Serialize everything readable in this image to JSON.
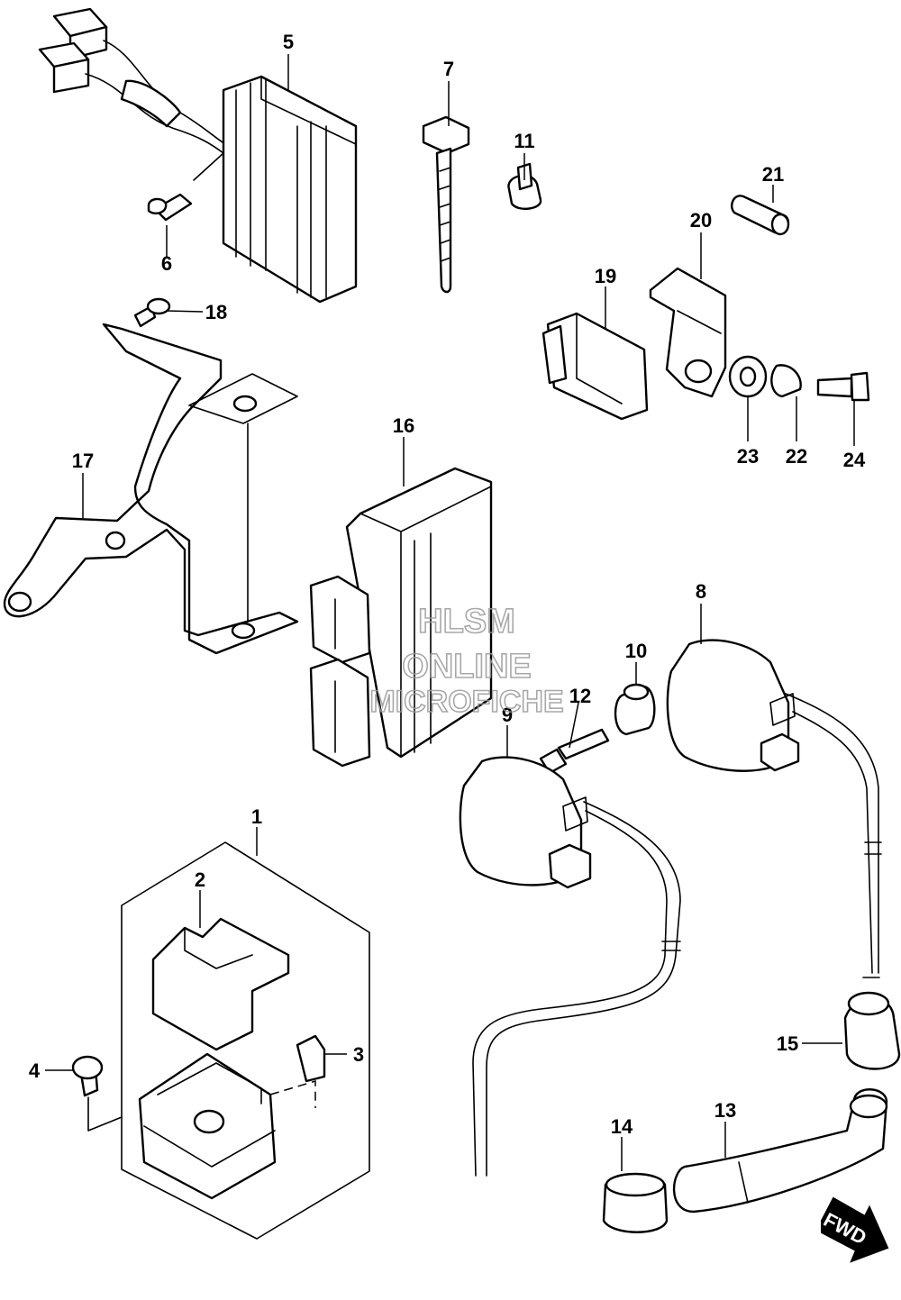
{
  "watermark": {
    "line1": "HLSM",
    "line2": "ONLINE",
    "line3": "MICROFICHE"
  },
  "direction_badge": "FWD",
  "callouts": [
    "1",
    "2",
    "3",
    "4",
    "5",
    "6",
    "7",
    "8",
    "9",
    "10",
    "11",
    "12",
    "13",
    "14",
    "15",
    "16",
    "17",
    "18",
    "19",
    "20",
    "21",
    "22",
    "23",
    "24"
  ]
}
